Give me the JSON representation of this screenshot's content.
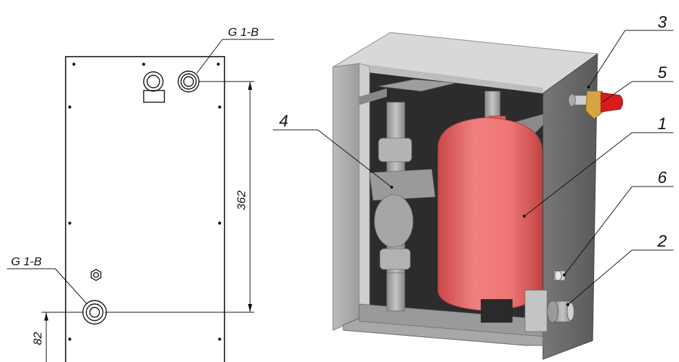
{
  "drawing": {
    "thread_top": "G 1-B",
    "thread_bottom": "G 1-B",
    "dim_vertical": "362",
    "dim_bottom": "82"
  },
  "callouts": {
    "c1": "1",
    "c2": "2",
    "c3": "3",
    "c4": "4",
    "c5": "5",
    "c6": "6"
  },
  "colors": {
    "tank": "#ec6b6b",
    "tank_shade": "#c84a4a",
    "cabinet": "#a9a9a9",
    "cabinet_dark": "#6e6e6e",
    "pump": "#a4a4a4",
    "valve_red": "#d81c1c",
    "brass": "#d9a441",
    "line": "#111111"
  }
}
